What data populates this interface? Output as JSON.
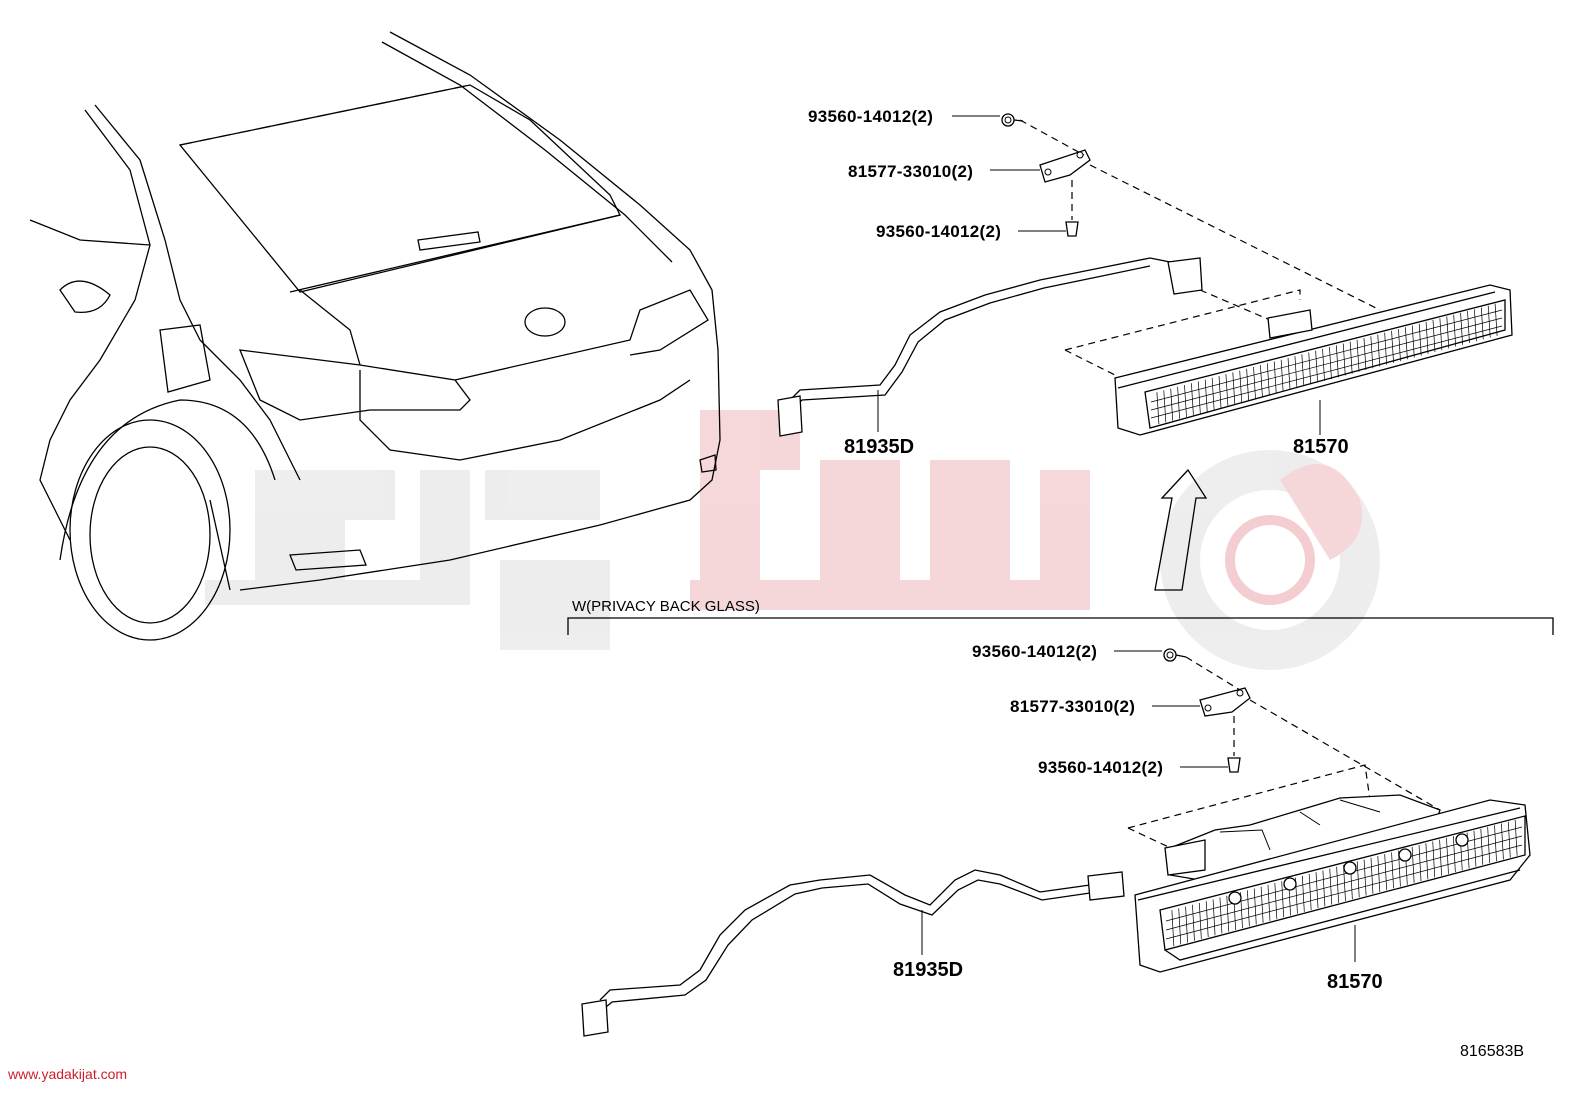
{
  "note": {
    "variant_label": "W(PRIVACY BACK GLASS)"
  },
  "upper_group": {
    "bolt_top": "93560-14012(2)",
    "bracket": "81577-33010(2)",
    "bolt_bottom": "93560-14012(2)",
    "wire": "81935D",
    "lamp": "81570"
  },
  "lower_group": {
    "bolt_top": "93560-14012(2)",
    "bracket": "81577-33010(2)",
    "bolt_bottom": "93560-14012(2)",
    "wire": "81935D",
    "lamp": "81570"
  },
  "diagram_code": "816583B",
  "watermark": {
    "url": "www.yadakijat.com",
    "color": "#e8a9ae",
    "url_color": "#cc1f2c"
  }
}
